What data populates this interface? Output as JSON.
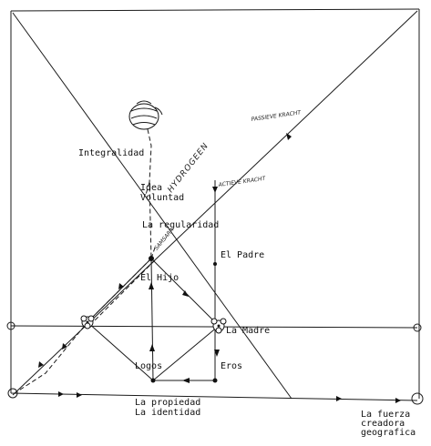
{
  "labels": {
    "integralidad": "Integralidad",
    "idea": "Idea",
    "voluntad": "Voluntad",
    "regularidad": "La regularidad",
    "el_padre": "El Padre",
    "el_hijo": "El Hijo",
    "la_madre": "La Madre",
    "logos": "Logos",
    "eros": "Eros",
    "propiedad": "La propiedad",
    "identidad": "La identidad",
    "fuerza_1": "La fuerza",
    "fuerza_2": "creadora",
    "fuerza_3": "geografica",
    "passieve_kracht": "PASSIEVE KRACHT",
    "actieve_kracht": "ACTIEVE KRACHT",
    "hydrogeen": "HYDROGEEN",
    "samsara": "SAMSARA"
  }
}
